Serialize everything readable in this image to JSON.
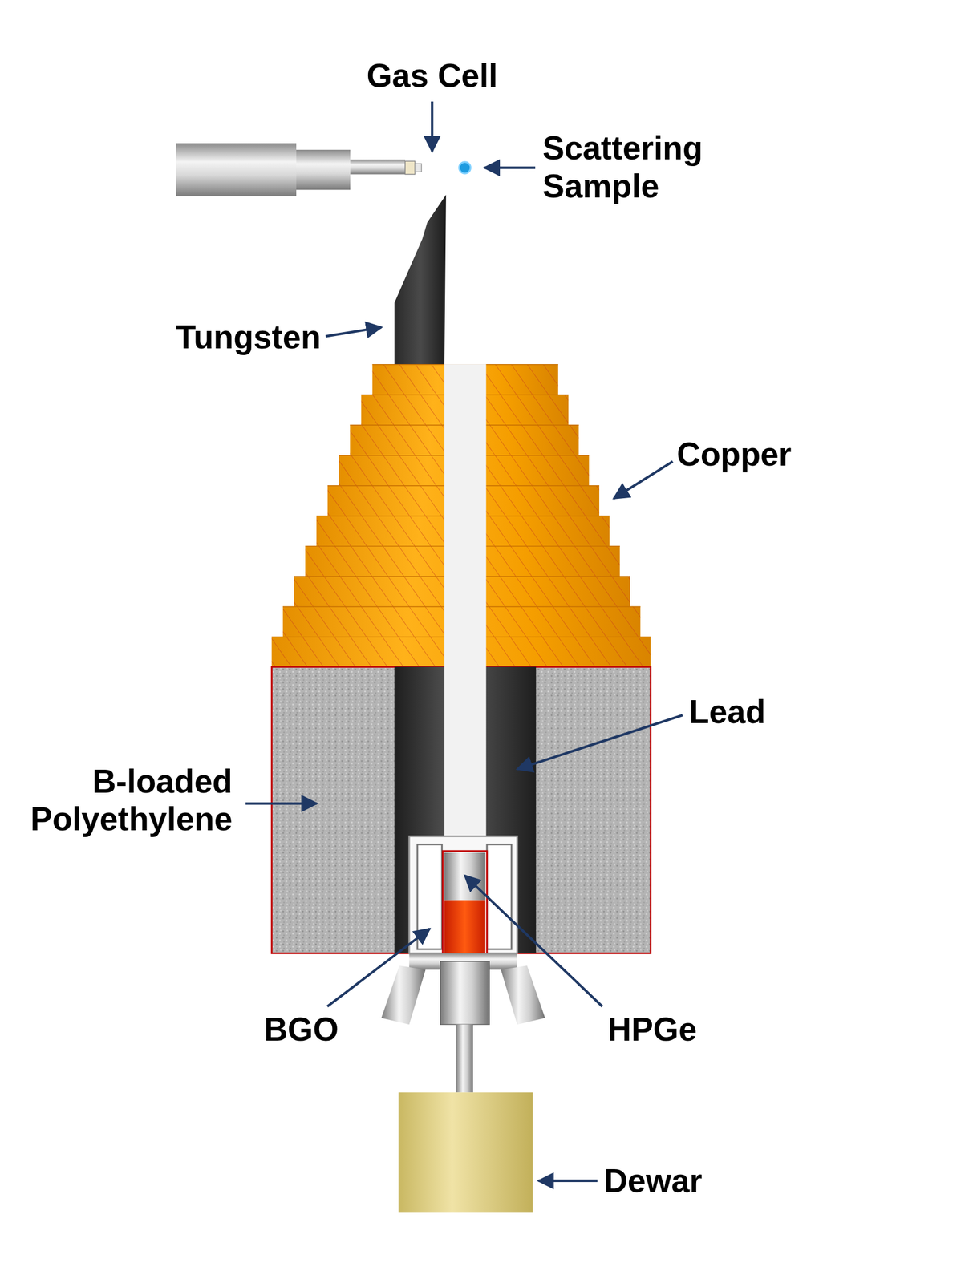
{
  "diagram": {
    "labels": [
      "Gas Cell",
      "Scattering Sample",
      "Tungsten",
      "Copper",
      "Lead",
      "B-loaded Polyethylene",
      "BGO",
      "HPGe",
      "Dewar"
    ]
  }
}
